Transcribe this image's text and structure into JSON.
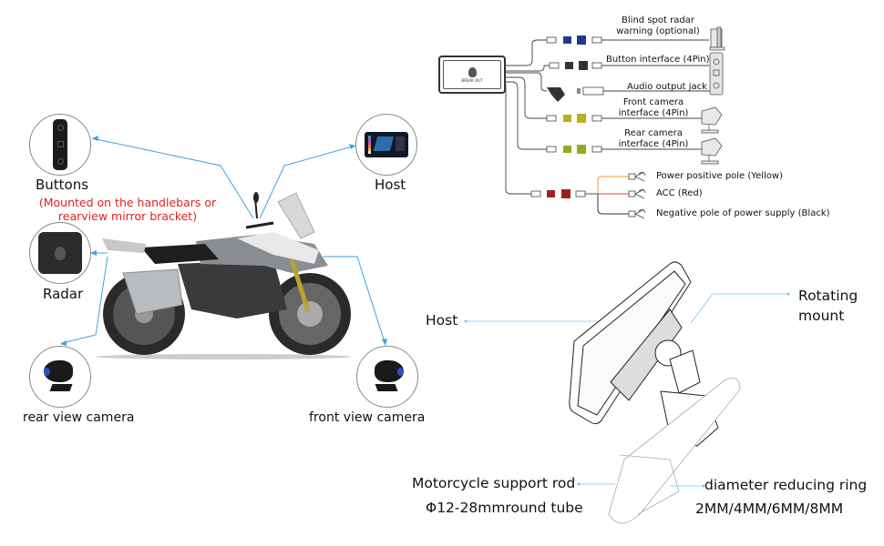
{
  "left_diagram": {
    "buttons": {
      "label": "Buttons",
      "note_line1": "(Mounted on the handlebars or",
      "note_line2": "rearview mirror bracket)",
      "icon": "button-pad-icon"
    },
    "host": {
      "label": "Host",
      "icon": "host-screen-icon"
    },
    "radar": {
      "label": "Radar",
      "icon": "radar-box-icon"
    },
    "rear_camera": {
      "label": "rear view camera",
      "icon": "camera-icon"
    },
    "front_camera": {
      "label": "front view camera",
      "icon": "camera-icon"
    },
    "motorcycle": {
      "icon": "motorcycle-image"
    },
    "accent_color": "#3aa3e3",
    "note_color": "#e0211d"
  },
  "wiring_diagram": {
    "host_logo": "BREAK OUT",
    "connections": [
      {
        "line1": "Blind spot radar",
        "line2": "warning (optional)",
        "connector_color": "#1f3a8a"
      },
      {
        "line1": "Button interface (4Pin)",
        "line2": "",
        "connector_color": "#333333"
      },
      {
        "line1": "Audio output jack",
        "line2": "",
        "connector_color": "#333333"
      },
      {
        "line1": "Front camera",
        "line2": "interface (4Pin)",
        "connector_color": "#b8b020"
      },
      {
        "line1": "Rear camera",
        "line2": "interface (4Pin)",
        "connector_color": "#9aa820"
      }
    ],
    "power": [
      {
        "label": "Power positive pole (Yellow)",
        "wire_color": "#f0a030"
      },
      {
        "label": "ACC (Red)",
        "wire_color": "#e04040"
      },
      {
        "label": "Negative pole of power supply (Black)",
        "wire_color": "#333333"
      }
    ],
    "power_connector_color": "#a02020"
  },
  "mount_diagram": {
    "host_label": "Host",
    "rotating_line1": "Rotating",
    "rotating_line2": "mount",
    "rod_line1": "Motorcycle support rod",
    "rod_line2": "Φ12-28mmround tube",
    "ring_line1": "diameter reducing ring",
    "ring_line2": "2MM/4MM/6MM/8MM",
    "leader_color": "#7cc4ec"
  }
}
